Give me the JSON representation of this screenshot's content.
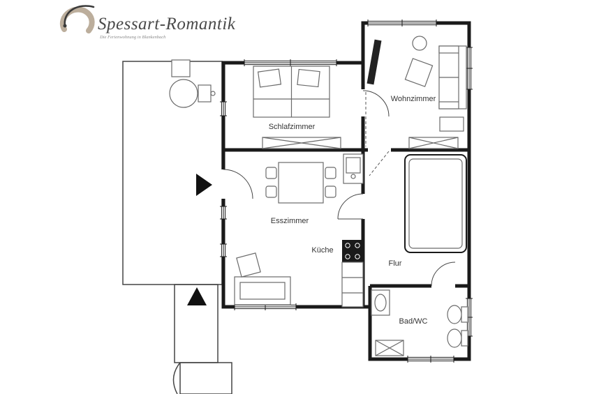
{
  "logo": {
    "title": "Spessart-Romantik",
    "subtitle": "Die Ferienwohnung in Blankenbach"
  },
  "rooms": {
    "schlafzimmer": "Schlafzimmer",
    "wohnzimmer": "Wohnzimmer",
    "esszimmer": "Esszimmer",
    "kueche": "Küche",
    "flur": "Flur",
    "bad_wc": "Bad/WC"
  },
  "colors": {
    "walls": "#1a1a1a",
    "furniture": "#6a6a6a",
    "logo_accent": "#b9ab98",
    "background": "#ffffff"
  }
}
